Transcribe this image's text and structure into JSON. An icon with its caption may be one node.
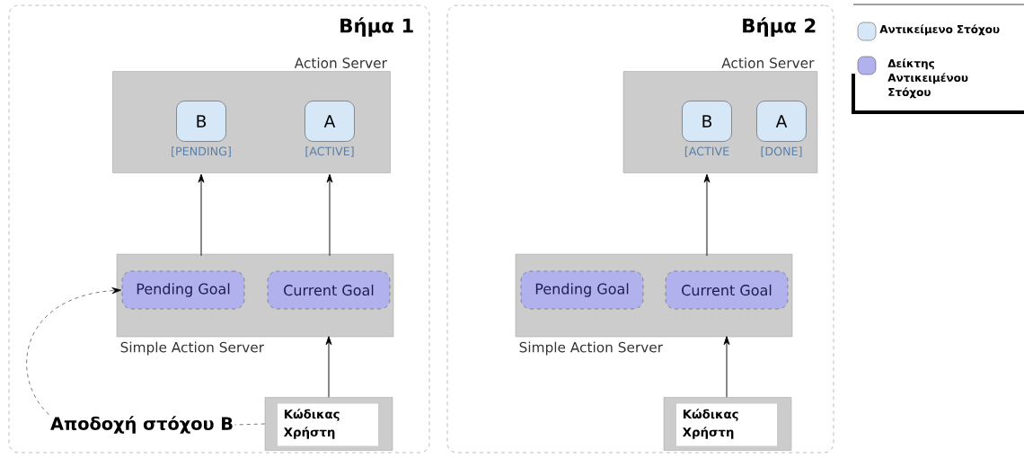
{
  "diagram": {
    "nodes": [
      {
        "text": [
          "Βήμα 1"
        ]
      },
      {
        "text": [
          "Action Server"
        ],
        "in": 0
      },
      {
        "text": [
          "B"
        ],
        "in": 1,
        "beside": [
          "[PENDING]"
        ]
      },
      {
        "text": [
          "A"
        ],
        "in": 1,
        "beside": [
          "[ACTIVE]"
        ]
      },
      {
        "text": [
          "Simple Action Server"
        ],
        "in": 0
      },
      {
        "text": [
          "Pending Goal"
        ],
        "in": 4
      },
      {
        "text": [
          "Current Goal"
        ],
        "in": 4
      },
      {
        "text": [
          "Κώδικας Χρήστη"
        ],
        "in": 0
      },
      {
        "text": [
          "Αποδοχή στόχου B"
        ],
        "in": 0
      },
      {
        "text": [
          "Βήμα 2"
        ]
      },
      {
        "text": [
          "Action Server"
        ],
        "in": 9
      },
      {
        "text": [
          "B"
        ],
        "in": 10,
        "beside": [
          "[ACTIVE"
        ]
      },
      {
        "text": [
          "A"
        ],
        "in": 10,
        "beside": [
          "[DONE]"
        ]
      },
      {
        "text": [
          "Simple Action Server"
        ],
        "in": 9
      },
      {
        "text": [
          "Pending Goal"
        ],
        "in": 13
      },
      {
        "text": [
          "Current Goal"
        ],
        "in": 13
      },
      {
        "text": [
          "Κώδικας Χρήστη"
        ],
        "in": 9
      }
    ],
    "edges": [
      {
        "from": 5,
        "to": 2,
        "arrow": "to"
      },
      {
        "from": 6,
        "to": 3,
        "arrow": "to"
      },
      {
        "from": 7,
        "to": 6,
        "arrow": "to"
      },
      {
        "from": 8,
        "to": 5,
        "arrow": "to",
        "style": "dashed"
      },
      {
        "from": 7,
        "to": 8,
        "arrow": "none",
        "style": "dashed"
      },
      {
        "from": 15,
        "to": 11,
        "arrow": "to"
      },
      {
        "from": 16,
        "to": 15,
        "arrow": "to"
      }
    ],
    "legend": [
      {
        "text": "Αντικείμενο Στόχου",
        "color": "#d6e8f8"
      },
      {
        "text": "Δείκτης Αντικειμένου Στόχου",
        "color": "#b1b1ee"
      }
    ]
  }
}
